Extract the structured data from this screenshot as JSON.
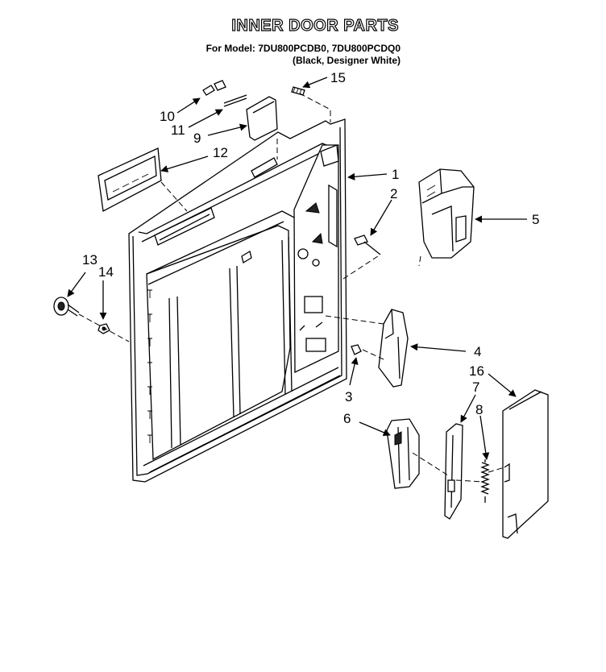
{
  "header": {
    "title": "INNER DOOR PARTS",
    "model_line": "For Model: 7DU800PCDB0, 7DU800PCDQ0",
    "variant_line": "(Black, Designer White)"
  },
  "callouts": [
    "1",
    "2",
    "3",
    "4",
    "5",
    "6",
    "7",
    "8",
    "9",
    "10",
    "11",
    "12",
    "13",
    "14",
    "15",
    "16"
  ]
}
